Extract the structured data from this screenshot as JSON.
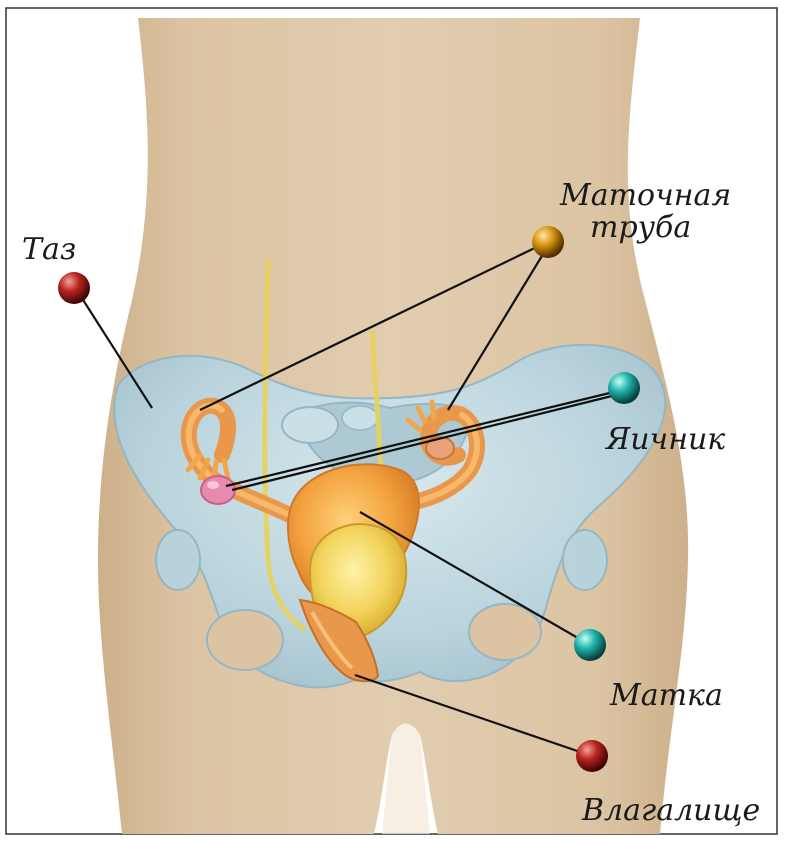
{
  "labels": {
    "pelvis": "Таз",
    "fallopian_tube_line1": "Маточная",
    "fallopian_tube_line2": "труба",
    "ovary": "Яичник",
    "uterus": "Матка",
    "vagina": "Влагалище"
  },
  "colors": {
    "body": "#dcc6a6",
    "pelvis_bone": "#b9d6e3",
    "organ": "#f0a64a",
    "bladder": "#f1cf53",
    "ureter": "#e9d25a",
    "ovary": "#e78ab0",
    "leader_line": "#111111",
    "marker_red": "#8a1512",
    "marker_orange": "#b8780d",
    "marker_teal": "#1aa6a0"
  }
}
